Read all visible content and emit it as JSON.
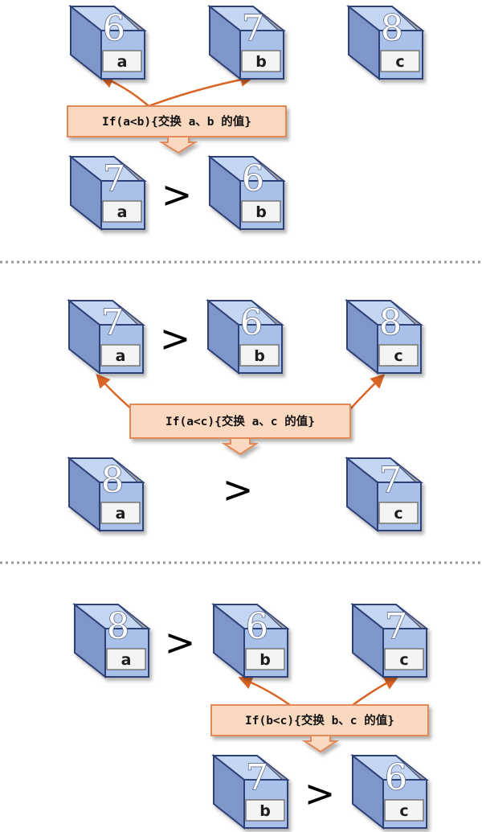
{
  "sections": [
    {
      "boxes": [
        {
          "value": "6",
          "label": "a"
        },
        {
          "value": "7",
          "label": "b"
        },
        {
          "value": "8",
          "label": "c"
        },
        {
          "value": "7",
          "label": "a"
        },
        {
          "value": "6",
          "label": "b"
        }
      ],
      "comparisons": [
        ">"
      ],
      "condition": "If(a<b){交换 a、b 的值}"
    },
    {
      "boxes": [
        {
          "value": "7",
          "label": "a"
        },
        {
          "value": "6",
          "label": "b"
        },
        {
          "value": "8",
          "label": "c"
        },
        {
          "value": "8",
          "label": "a"
        },
        {
          "value": "7",
          "label": "c"
        }
      ],
      "comparisons": [
        ">",
        ">"
      ],
      "condition": "If(a<c){交换 a、c 的值}"
    },
    {
      "boxes": [
        {
          "value": "8",
          "label": "a"
        },
        {
          "value": "6",
          "label": "b"
        },
        {
          "value": "7",
          "label": "c"
        },
        {
          "value": "7",
          "label": "b"
        },
        {
          "value": "6",
          "label": "c"
        }
      ],
      "comparisons": [
        ">",
        ">"
      ],
      "condition": "If(b<c){交换 b、c 的值}"
    }
  ],
  "colors": {
    "box_front": "#a9c0e8",
    "box_side": "#7f97c8",
    "box_top": "#c5d6f2",
    "box_edge": "#2e3f78",
    "condition_fill": "#fbd9c0",
    "condition_border": "#e2895a",
    "arrow": "#d96424",
    "divider": "#9a9a9a"
  }
}
